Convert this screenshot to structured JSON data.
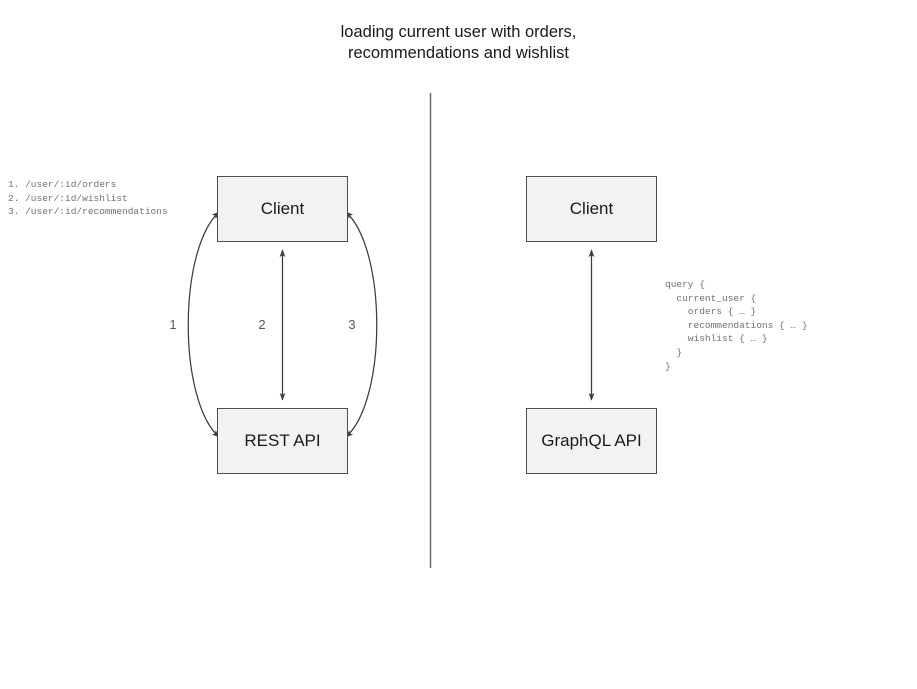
{
  "diagram": {
    "title": "loading current user with orders,\nrecommendations and wishlist",
    "divider": {
      "name": "vertical-divider",
      "color": "#6e6e6e"
    },
    "colors": {
      "box_fill": "#f2f2f2",
      "box_border": "#4d4d4d",
      "edge_stroke": "#3d3d3d",
      "text": "#1a1a1a",
      "code_text": "#707070",
      "label_text": "#5a5a5a",
      "background": "#ffffff"
    },
    "left_panel": {
      "name": "rest-approach",
      "nodes": [
        {
          "id": "client-rest",
          "label": "Client"
        },
        {
          "id": "rest-api",
          "label": "REST API"
        }
      ],
      "edges": [
        {
          "id": "edge-1",
          "label": "1",
          "shape": "curve-left",
          "arrows": "both"
        },
        {
          "id": "edge-2",
          "label": "2",
          "shape": "straight",
          "arrows": "both"
        },
        {
          "id": "edge-3",
          "label": "3",
          "shape": "curve-right",
          "arrows": "both"
        }
      ],
      "endpoints_code": "1. /user/:id/orders\n2. /user/:id/wishlist\n3. /user/:id/recommendations"
    },
    "right_panel": {
      "name": "graphql-approach",
      "nodes": [
        {
          "id": "client-gql",
          "label": "Client"
        },
        {
          "id": "graphql-api",
          "label": "GraphQL API"
        }
      ],
      "edges": [
        {
          "id": "edge-gql",
          "label": "",
          "shape": "straight",
          "arrows": "both"
        }
      ],
      "query_code": "query {\n  current_user {\n    orders { … }\n    recommendations { … }\n    wishlist { … }\n  }\n}"
    }
  }
}
